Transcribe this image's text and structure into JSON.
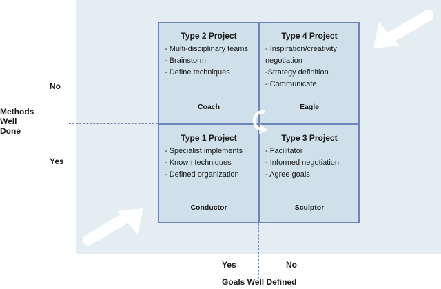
{
  "quadrants": {
    "type2": {
      "title": "Type 2 Project",
      "items": [
        "- Multi-disciplinary teams",
        "- Brainstorm",
        "- Define techniques"
      ],
      "role": "Coach"
    },
    "type4": {
      "title": "Type 4 Project",
      "items": [
        "- Inspiration/creativity",
        "negotiation",
        "-Strategy definition",
        "- Communicate"
      ],
      "role": "Eagle"
    },
    "type1": {
      "title": "Type 1 Project",
      "items": [
        "- Specialist implements",
        "- Known techniques",
        "- Defined organization"
      ],
      "role": "Conductor"
    },
    "type3": {
      "title": "Type 3 Project",
      "items": [
        "- Facilitator",
        "- Informed negotiation",
        "- Agree goals"
      ],
      "role": "Sculptor"
    }
  },
  "y_axis": {
    "title_lines": [
      "Methods",
      "Well",
      "Done"
    ],
    "no": "No",
    "yes": "Yes"
  },
  "x_axis": {
    "title": "Goals Well Defined",
    "yes": "Yes",
    "no": "No"
  },
  "colors": {
    "panel": "#e3edf2",
    "cell": "#cfe0ea",
    "border": "#6f84b8",
    "arrow": "#ffffff"
  },
  "icons": [
    "arrow-down-left-icon",
    "arrow-up-right-icon",
    "cycle-icon"
  ]
}
